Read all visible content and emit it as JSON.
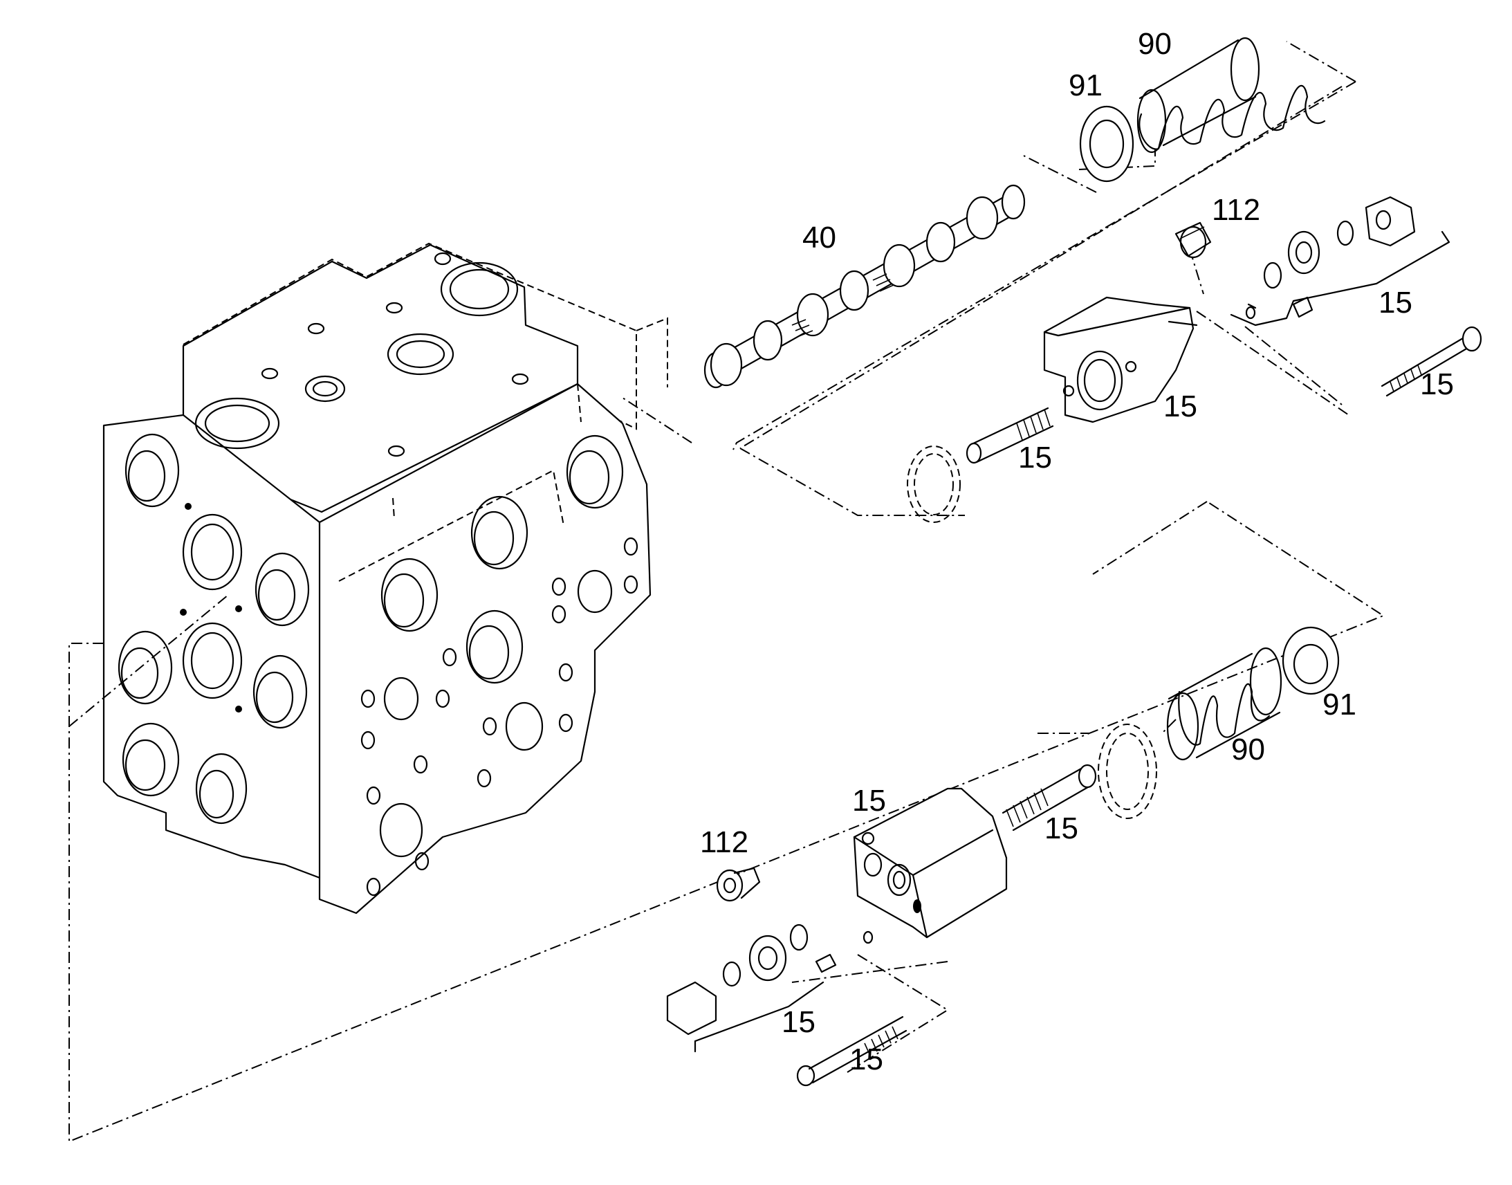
{
  "callouts": {
    "spring_upper": "90",
    "washer_upper": "91",
    "spool": "40",
    "plug_upper": "112",
    "kit_upper_fittings": "15",
    "kit_upper_screw": "15",
    "kit_upper_cover": "15",
    "kit_upper_stud": "15",
    "washer_lower": "91",
    "spring_lower": "90",
    "cover_lower": "15",
    "stud_lower": "15",
    "plug_lower": "112",
    "kit_lower_fittings": "15",
    "kit_lower_screw": "15"
  }
}
